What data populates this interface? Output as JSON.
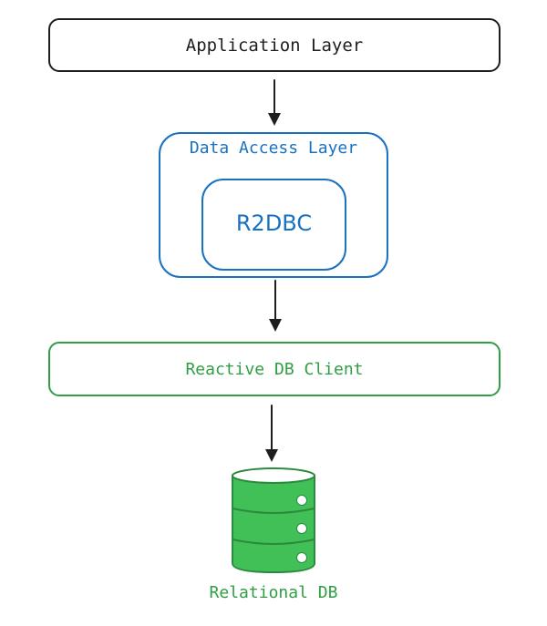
{
  "diagram": {
    "application_layer": "Application Layer",
    "data_access_layer": "Data Access Layer",
    "r2dbc": "R2DBC",
    "reactive_client": "Reactive DB Client",
    "relational_db": "Relational DB"
  },
  "colors": {
    "dark": "#1e1e1e",
    "blue": "#1971c2",
    "green": "#2f9e44",
    "db_fill": "#40c057"
  },
  "icons": [
    "arrow-down-icon",
    "database-icon"
  ]
}
